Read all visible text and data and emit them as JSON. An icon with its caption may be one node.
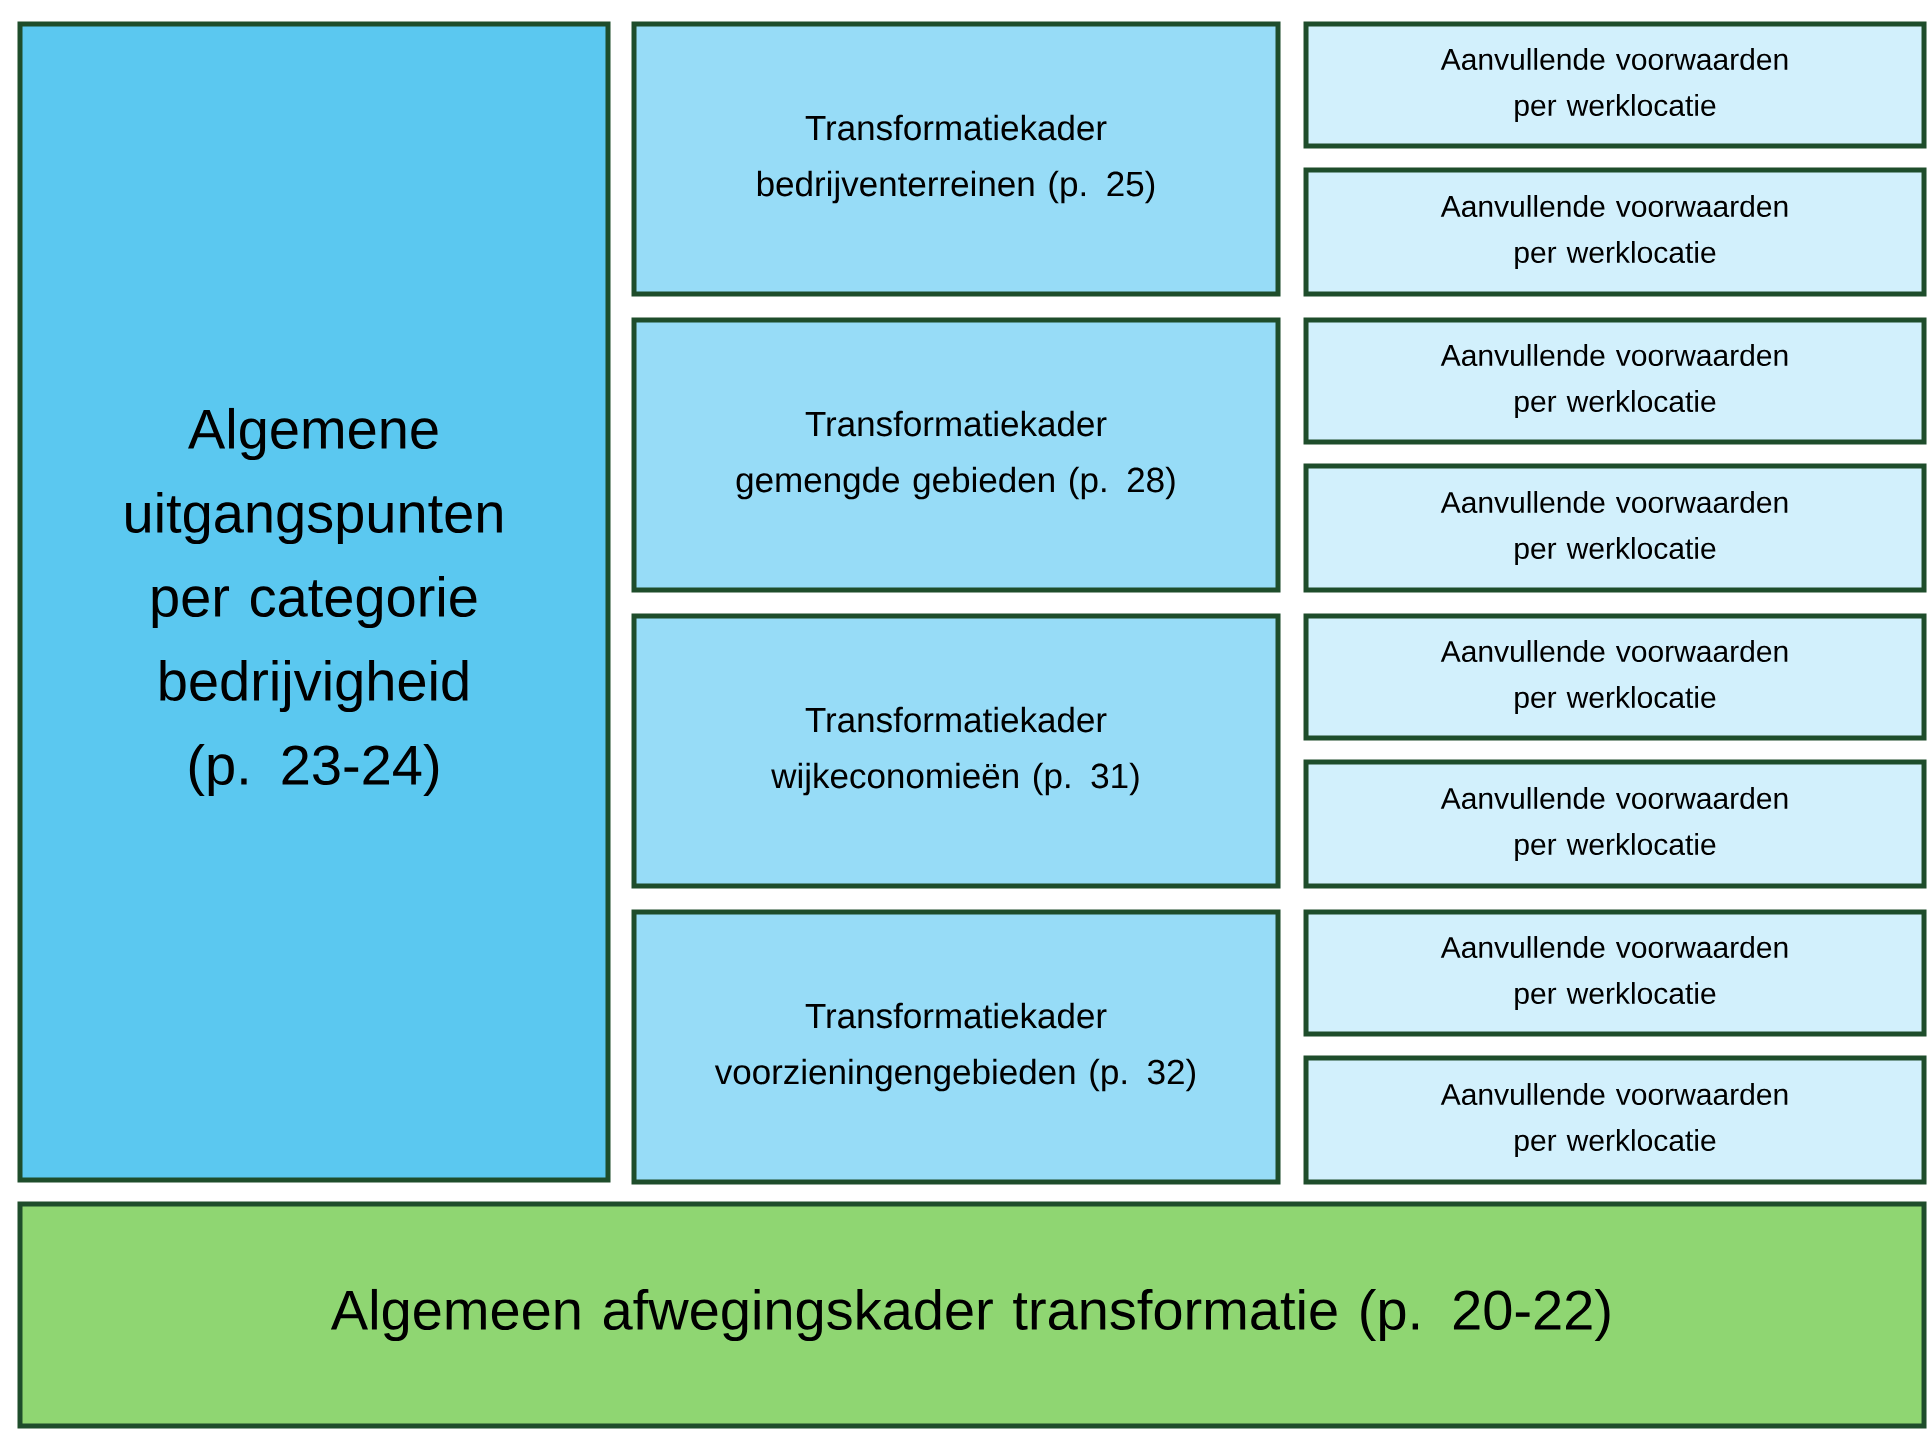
{
  "diagram": {
    "nodes": [
      {
        "text": [
          "Algemene uitgangspunten per categorie bedrijvigheid (p. 23-24)"
        ]
      },
      {
        "text": [
          "Transformatiekader bedrijventerreinen (p. 25)"
        ]
      },
      {
        "text": [
          "Aanvullende voorwaarden per werklocatie"
        ]
      },
      {
        "text": [
          "Aanvullende voorwaarden per werklocatie"
        ]
      },
      {
        "text": [
          "Transformatiekader gemengde gebieden (p. 28)"
        ]
      },
      {
        "text": [
          "Aanvullende voorwaarden per werklocatie"
        ]
      },
      {
        "text": [
          "Aanvullende voorwaarden per werklocatie"
        ]
      },
      {
        "text": [
          "Transformatiekader wijkeconomieën (p. 31)"
        ]
      },
      {
        "text": [
          "Aanvullende voorwaarden per werklocatie"
        ]
      },
      {
        "text": [
          "Aanvullende voorwaarden per werklocatie"
        ]
      },
      {
        "text": [
          "Transformatiekader voorzieningengebieden (p. 32)"
        ]
      },
      {
        "text": [
          "Aanvullende voorwaarden per werklocatie"
        ]
      },
      {
        "text": [
          "Aanvullende voorwaarden per werklocatie"
        ]
      },
      {
        "text": [
          "Algemeen afwegingskader transformatie (p. 20-22)"
        ]
      }
    ]
  }
}
